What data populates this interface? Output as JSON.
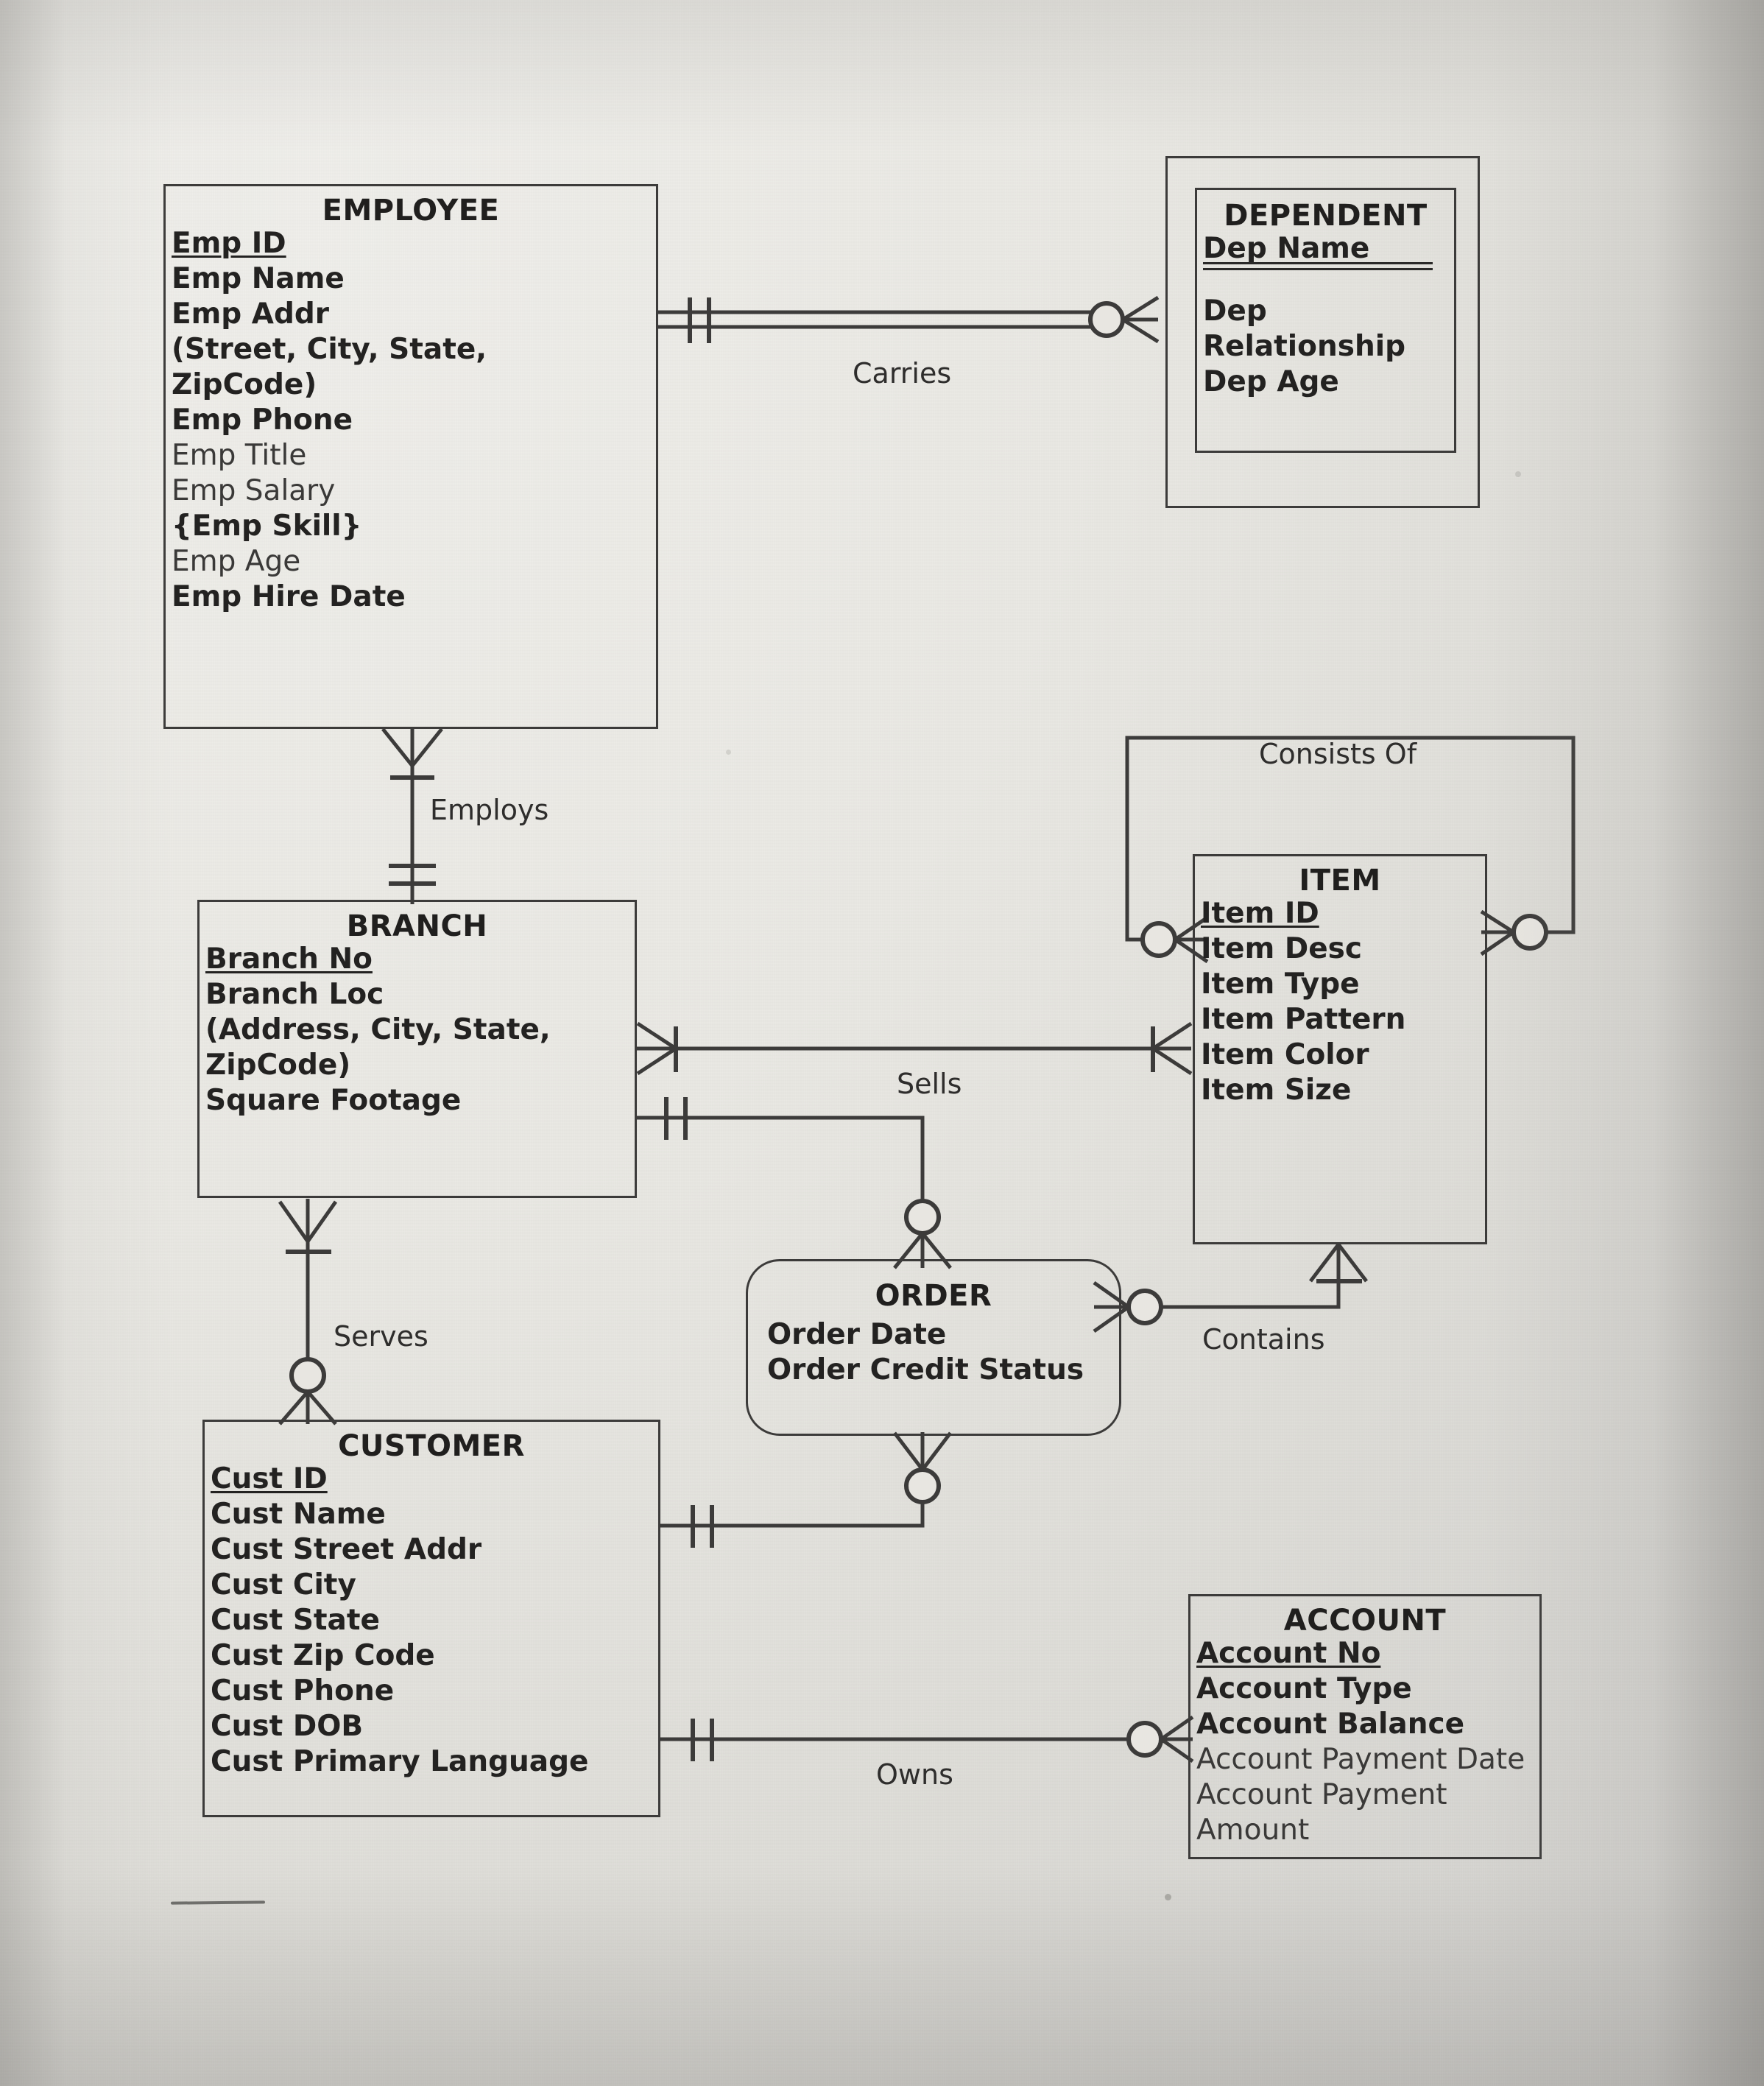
{
  "diagram": {
    "type": "entity-relationship-diagram",
    "notation": "crows-foot",
    "background_color": "#e8e6e1",
    "line_color": "#3c3b3a"
  },
  "entities": [
    {
      "id": "employee",
      "name": "EMPLOYEE",
      "kind": "strong",
      "attributes": [
        {
          "text": "Emp ID",
          "key": "primary",
          "weight": "bold"
        },
        {
          "text": "Emp Name",
          "weight": "bold"
        },
        {
          "text": "Emp Addr",
          "weight": "bold"
        },
        {
          "text": "(Street, City, State,",
          "weight": "bold"
        },
        {
          "text": "ZipCode)",
          "weight": "bold"
        },
        {
          "text": "Emp Phone",
          "weight": "bold"
        },
        {
          "text": "Emp Title",
          "weight": "light"
        },
        {
          "text": "Emp Salary",
          "weight": "light"
        },
        {
          "text": "{Emp Skill}",
          "weight": "bold"
        },
        {
          "text": "Emp Age",
          "weight": "light"
        },
        {
          "text": "Emp Hire Date",
          "weight": "bold"
        }
      ]
    },
    {
      "id": "dependent",
      "name": "DEPENDENT",
      "kind": "weak",
      "attributes": [
        {
          "text": "Dep Name",
          "key": "partial",
          "weight": "bold"
        },
        {
          "text": "Dep",
          "weight": "bold"
        },
        {
          "text": "Relationship",
          "weight": "bold"
        },
        {
          "text": "Dep Age",
          "weight": "bold"
        }
      ]
    },
    {
      "id": "branch",
      "name": "BRANCH",
      "kind": "strong",
      "attributes": [
        {
          "text": "Branch No",
          "key": "primary",
          "weight": "bold"
        },
        {
          "text": "Branch Loc",
          "weight": "bold"
        },
        {
          "text": "(Address, City, State,",
          "weight": "bold"
        },
        {
          "text": "ZipCode)",
          "weight": "bold"
        },
        {
          "text": "Square Footage",
          "weight": "bold"
        }
      ]
    },
    {
      "id": "item",
      "name": "ITEM",
      "kind": "strong",
      "attributes": [
        {
          "text": "Item ID",
          "key": "primary",
          "weight": "bold"
        },
        {
          "text": "Item Desc",
          "weight": "bold"
        },
        {
          "text": "Item Type",
          "weight": "bold"
        },
        {
          "text": "Item Pattern",
          "weight": "bold"
        },
        {
          "text": "Item Color",
          "weight": "bold"
        },
        {
          "text": "Item Size",
          "weight": "bold"
        }
      ]
    },
    {
      "id": "order",
      "name": "ORDER",
      "kind": "associative",
      "attributes": [
        {
          "text": "Order Date",
          "weight": "bold"
        },
        {
          "text": "Order Credit Status",
          "weight": "bold"
        }
      ]
    },
    {
      "id": "customer",
      "name": "CUSTOMER",
      "kind": "strong",
      "attributes": [
        {
          "text": "Cust ID",
          "key": "primary",
          "weight": "bold"
        },
        {
          "text": "Cust Name",
          "weight": "bold"
        },
        {
          "text": "Cust Street Addr",
          "weight": "bold"
        },
        {
          "text": "Cust City",
          "weight": "bold"
        },
        {
          "text": "Cust State",
          "weight": "bold"
        },
        {
          "text": "Cust Zip Code",
          "weight": "bold"
        },
        {
          "text": "Cust Phone",
          "weight": "bold"
        },
        {
          "text": "Cust DOB",
          "weight": "bold"
        },
        {
          "text": "Cust Primary Language",
          "weight": "bold"
        }
      ]
    },
    {
      "id": "account",
      "name": "ACCOUNT",
      "kind": "strong",
      "attributes": [
        {
          "text": "Account No",
          "key": "primary",
          "weight": "bold"
        },
        {
          "text": "Account Type",
          "weight": "bold"
        },
        {
          "text": "Account Balance",
          "weight": "bold"
        },
        {
          "text": "Account Payment Date",
          "weight": "light"
        },
        {
          "text": "Account Payment",
          "weight": "light"
        },
        {
          "text": "Amount",
          "weight": "light"
        }
      ]
    }
  ],
  "relationships": [
    {
      "id": "carries",
      "label": "Carries",
      "from": "employee",
      "to": "dependent",
      "identifying": true,
      "from_card": "one-mandatory",
      "to_card": "many-optional"
    },
    {
      "id": "employs",
      "label": "Employs",
      "from": "branch",
      "to": "employee",
      "identifying": false,
      "from_card": "one-mandatory",
      "to_card": "many-mandatory"
    },
    {
      "id": "serves",
      "label": "Serves",
      "from": "branch",
      "to": "customer",
      "identifying": false,
      "from_card": "many-mandatory",
      "to_card": "many-optional"
    },
    {
      "id": "sells",
      "label": "Sells",
      "from": "branch",
      "to": "item",
      "identifying": false,
      "from_card": "many-mandatory",
      "to_card": "many-mandatory"
    },
    {
      "id": "contains",
      "label": "Contains",
      "from": "order",
      "to": "item",
      "identifying": false,
      "from_card": "many-optional",
      "to_card": "many-mandatory"
    },
    {
      "id": "consists",
      "label": "Consists Of",
      "from": "item",
      "to": "item",
      "identifying": false,
      "from_card": "many-optional",
      "to_card": "many-optional",
      "unary": true
    },
    {
      "id": "owns",
      "label": "Owns",
      "from": "customer",
      "to": "account",
      "identifying": false,
      "from_card": "one-mandatory",
      "to_card": "many-optional"
    },
    {
      "id": "places_branch",
      "label": "",
      "from": "branch",
      "to": "order",
      "identifying": false,
      "from_card": "one-mandatory",
      "to_card": "many-optional"
    },
    {
      "id": "places_cust",
      "label": "",
      "from": "customer",
      "to": "order",
      "identifying": false,
      "from_card": "one-mandatory",
      "to_card": "many-optional"
    }
  ]
}
